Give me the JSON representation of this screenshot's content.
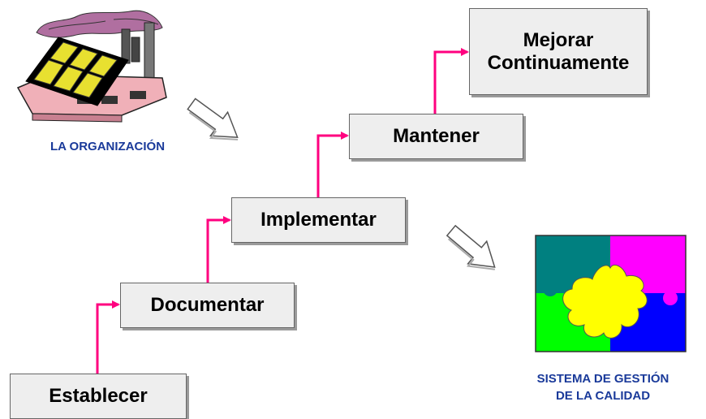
{
  "steps": [
    {
      "label": "Establecer"
    },
    {
      "label": "Documentar"
    },
    {
      "label": "Implementar"
    },
    {
      "label": "Mantener"
    },
    {
      "label": "Mejorar\nContinuamente"
    }
  ],
  "labels": {
    "organization": "LA ORGANIZACIÓN",
    "qms_line1": "SISTEMA DE GESTIÓN",
    "qms_line2": "DE LA CALIDAD"
  },
  "icons": {
    "organization": "factory-icon",
    "qms": "puzzle-icon",
    "arrows": "hollow-arrow-icon"
  },
  "colors": {
    "connector": "#ff007f",
    "label_text": "#1a3a9a",
    "box_fill": "#eeeeee",
    "puzzle_teal": "#008080",
    "puzzle_magenta": "#ff00ff",
    "puzzle_green": "#00ff00",
    "puzzle_blue": "#0000ff",
    "puzzle_center": "#ffff00"
  }
}
